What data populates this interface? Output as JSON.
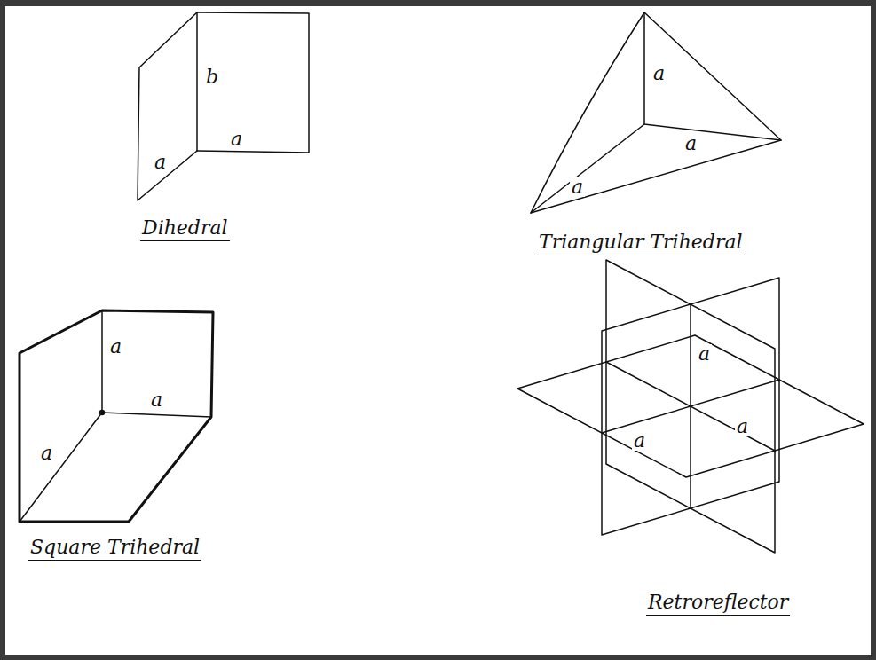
{
  "diagram": {
    "labels": [
      "b",
      "a",
      "a",
      "Dihedral",
      "a",
      "a",
      "a",
      "Triangular Trihedral",
      "a",
      "a",
      "a",
      "Square Trihedral",
      "a",
      "a",
      "a",
      "Retroreflector"
    ]
  }
}
